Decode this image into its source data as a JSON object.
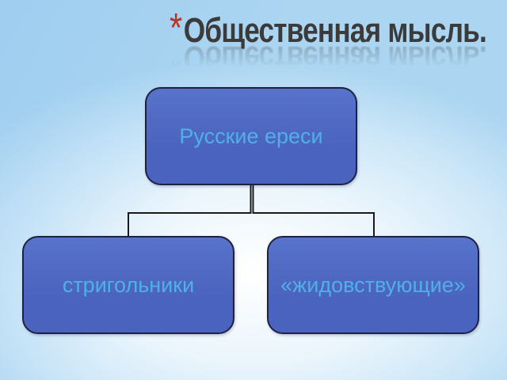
{
  "slide": {
    "title": {
      "bullet": "*",
      "text": "Общественная мысль."
    },
    "diagram": {
      "root": {
        "label": "Русские ереси"
      },
      "children": [
        {
          "label": "стригольники"
        },
        {
          "label": "«жидовствующие»"
        }
      ]
    }
  },
  "colors": {
    "bg_edge": "#ABD5F1",
    "bg_mid": "#CBE6F8",
    "bg_center": "#FFFFFF",
    "title_text": "#3B3B3B",
    "bullet": "#B83524",
    "node_fill": "#4A63BE",
    "node_fill_top": "#5873CB",
    "node_border": "#1E2142",
    "node_text": "#4FB0E8",
    "connector": "#1A1A1A"
  }
}
